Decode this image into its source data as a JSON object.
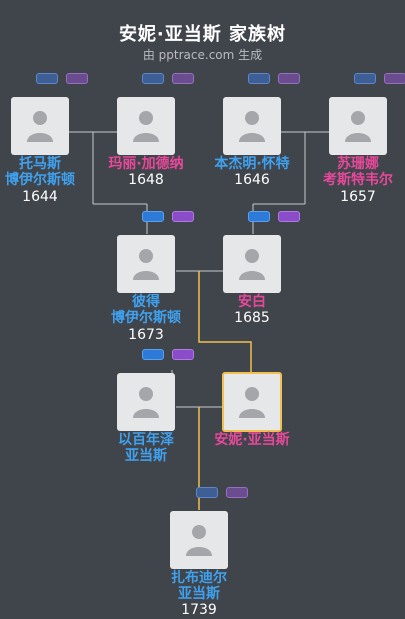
{
  "header": {
    "title": "安妮·亚当斯 家族树",
    "subtitle": "由 pptrace.com 生成"
  },
  "people": {
    "p1": {
      "name_line1": "托马斯",
      "name_line2": "博伊尔斯顿",
      "year": "1644"
    },
    "p2": {
      "name_line1": "玛丽·加德纳",
      "name_line2": "",
      "year": "1648"
    },
    "p3": {
      "name_line1": "本杰明·怀特",
      "name_line2": "",
      "year": "1646"
    },
    "p4": {
      "name_line1": "苏珊娜",
      "name_line2": "考斯特韦尔",
      "year": "1657"
    },
    "p5": {
      "name_line1": "彼得",
      "name_line2": "博伊尔斯顿",
      "year": "1673"
    },
    "p6": {
      "name_line1": "安白",
      "name_line2": "",
      "year": "1685"
    },
    "p7": {
      "name_line1": "以百年泽",
      "name_line2": "亚当斯",
      "year": ""
    },
    "p8": {
      "name_line1": "安妮·亚当斯",
      "name_line2": "",
      "year": ""
    },
    "p9": {
      "name_line1": "扎布迪尔",
      "name_line2": "亚当斯",
      "year": "1739"
    }
  },
  "colors": {
    "background": "#40444b",
    "male": "#3fa2f0",
    "female": "#e8489a",
    "highlight_line": "#f0c050"
  }
}
